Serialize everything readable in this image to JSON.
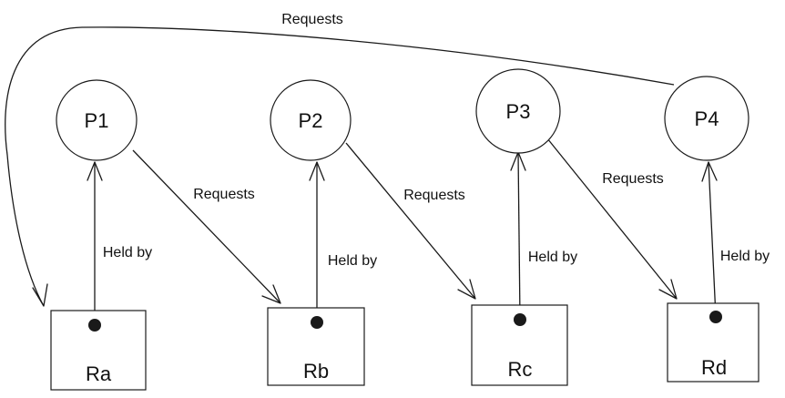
{
  "processes": [
    {
      "id": "p1",
      "label": "P1"
    },
    {
      "id": "p2",
      "label": "P2"
    },
    {
      "id": "p3",
      "label": "P3"
    },
    {
      "id": "p4",
      "label": "P4"
    }
  ],
  "resources": [
    {
      "id": "ra",
      "label": "Ra"
    },
    {
      "id": "rb",
      "label": "Rb"
    },
    {
      "id": "rc",
      "label": "Rc"
    },
    {
      "id": "rd",
      "label": "Rd"
    }
  ],
  "edges": {
    "p1_requests_rb": "Requests",
    "p2_requests_rc": "Requests",
    "p3_requests_rd": "Requests",
    "p4_requests_ra": "Requests",
    "ra_held_by_p1": "Held by",
    "rb_held_by_p2": "Held by",
    "rc_held_by_p3": "Held by",
    "rd_held_by_p4": "Held by"
  },
  "colors": {
    "stroke": "#1a1a1a",
    "background": "#ffffff"
  }
}
